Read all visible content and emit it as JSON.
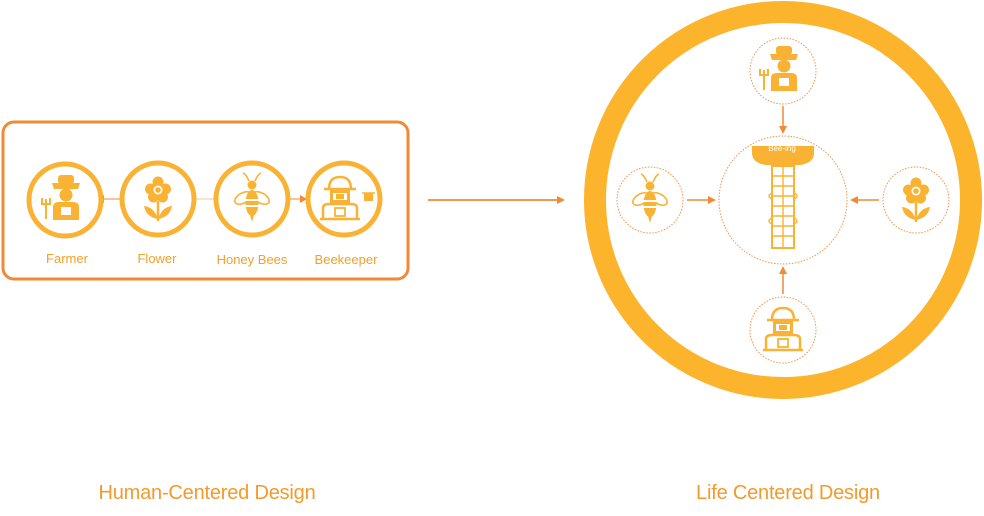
{
  "human_centered": {
    "caption": "Human-Centered Design",
    "items": [
      {
        "label": "Farmer"
      },
      {
        "label": "Flower"
      },
      {
        "label": "Honey Bees"
      },
      {
        "label": "Beekeeper"
      }
    ]
  },
  "life_centered": {
    "caption": "Life Centered Design",
    "hub_label": "Bee-ing"
  },
  "colors": {
    "accent_orange": "#f08a36",
    "icon_yellow": "#f9b233",
    "ring_yellow": "#fbb42c",
    "text_orange": "#f39a2c"
  },
  "icons": [
    "farmer-icon",
    "flower-icon",
    "honey-bee-icon",
    "beekeeper-icon",
    "bee-ing-tower-icon"
  ]
}
